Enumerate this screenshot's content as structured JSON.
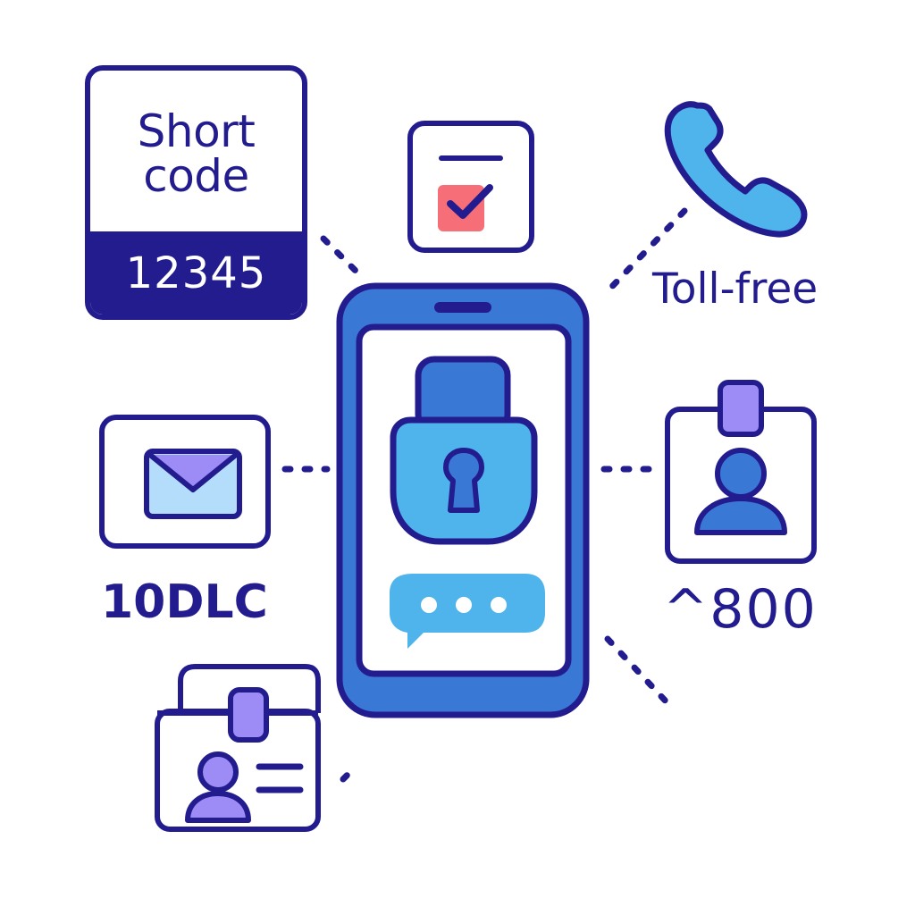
{
  "diagram": {
    "title": "Messaging number types connected to secure phone",
    "colors": {
      "outline": "#221c8f",
      "phone_body": "#3a78d6",
      "light_blue": "#4fb3ec",
      "purple": "#9d8cf5",
      "pale_blue": "#b4dcfb",
      "coral": "#f66f78",
      "white": "#ffffff"
    },
    "center": {
      "device": "smartphone",
      "icons": [
        "lock-icon",
        "keyhole-icon",
        "chat-bubble-icon"
      ],
      "chat_dots": 3
    },
    "nodes": [
      {
        "id": "short-code",
        "title_line1": "Short",
        "title_line2": "code",
        "number": "12345",
        "icon": "short-code-card"
      },
      {
        "id": "verification",
        "icon": "checkbox-form-icon"
      },
      {
        "id": "toll-free",
        "label": "Toll-free",
        "icon": "phone-handset-icon"
      },
      {
        "id": "10dlc",
        "label": "10DLC",
        "icon": "envelope-icon"
      },
      {
        "id": "800",
        "label": "^800",
        "icon": "id-badge-icon"
      },
      {
        "id": "identity",
        "icon": "id-card-icon"
      }
    ]
  }
}
